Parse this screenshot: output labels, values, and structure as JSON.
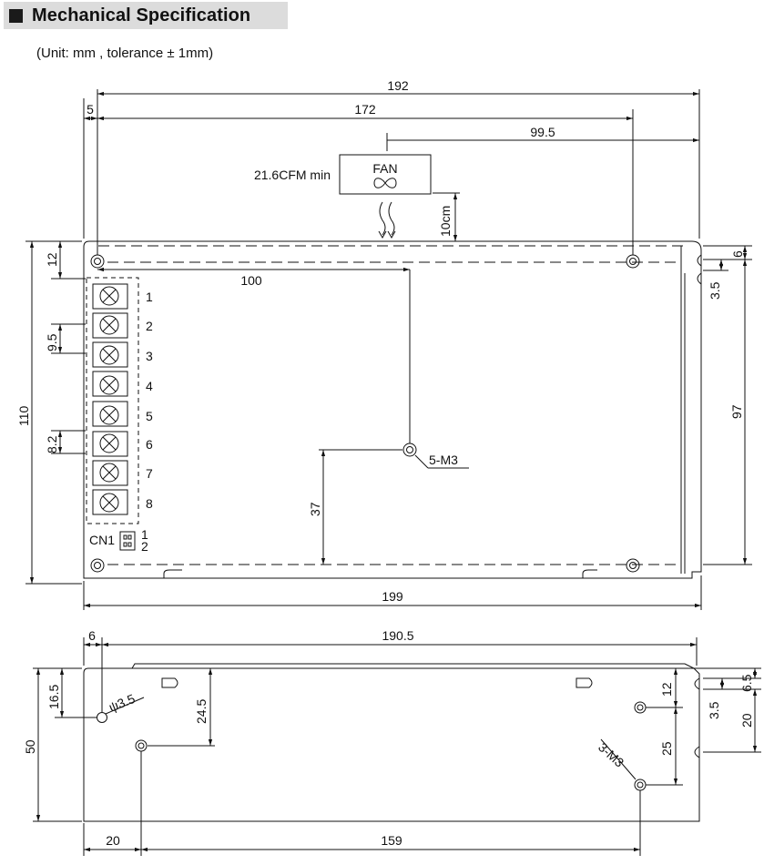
{
  "header": {
    "title": "Mechanical Specification",
    "unit_note": "(Unit: mm , tolerance ± 1mm)"
  },
  "top_view": {
    "dims": {
      "overall_width": "192",
      "left_offset": "5",
      "hole_spacing": "172",
      "fan_offset": "99.5",
      "fan_spacing": "10cm",
      "top_margin": "12",
      "right_offset": "6",
      "right_slot": "3.5",
      "terminal_pitch": "9.5",
      "terminal_gap": "8.2",
      "center_hole_x": "100",
      "center_hole_y": "37",
      "height": "110",
      "right_height": "97",
      "total_length": "199"
    },
    "fan": {
      "label": "FAN",
      "airflow": "21.6CFM min"
    },
    "mount_label": "5-M3",
    "terminals": [
      "1",
      "2",
      "3",
      "4",
      "5",
      "6",
      "7",
      "8"
    ],
    "connector": {
      "label": "CN1",
      "pins": [
        "1",
        "2"
      ]
    }
  },
  "side_view": {
    "dims": {
      "left_offset": "6",
      "width": "190.5",
      "top_hole": "16.5",
      "hole_dia": "ψ3.5",
      "hole_drop": "24.5",
      "height": "50",
      "right_top": "12",
      "right_slot": "3.5",
      "right_spacing": "25",
      "right_edge_a": "6.5",
      "right_edge_b": "20",
      "bottom_left": "20",
      "bottom_span": "159"
    },
    "mount_label": "3-M3"
  }
}
